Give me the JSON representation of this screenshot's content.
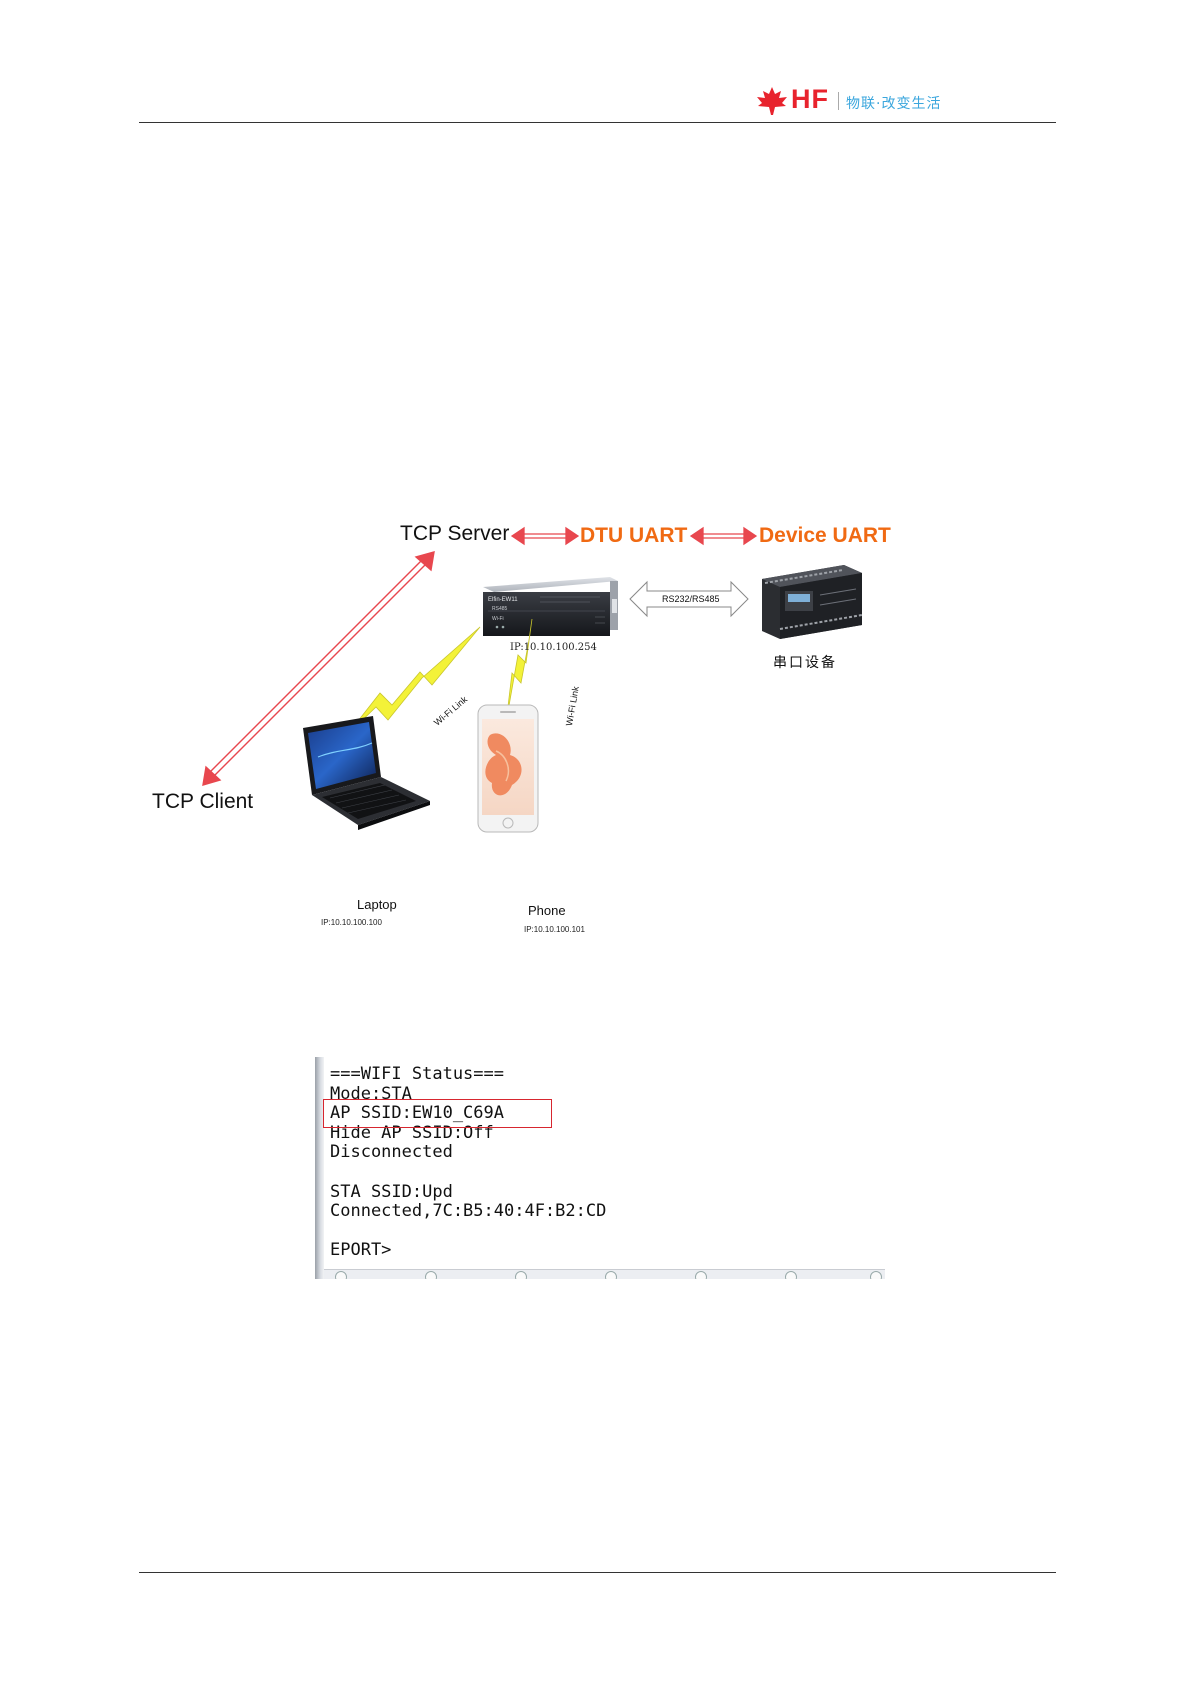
{
  "header": {
    "logo_text": "HF",
    "slogan": "物联·改变生活"
  },
  "diagram": {
    "tcp_server": "TCP Server",
    "dtu_uart": "DTU UART",
    "device_uart": "Device UART",
    "tcp_client": "TCP Client",
    "link_label": "RS232/RS485",
    "device_ip": "IP:10.10.100.254",
    "serial_device": "串口设备",
    "wifi_link_1": "Wi-Fi Link",
    "wifi_link_2": "Wi-Fi Link",
    "laptop": "Laptop",
    "laptop_ip": "IP:10.10.100.100",
    "phone": "Phone",
    "phone_ip": "IP:10.10.100.101",
    "dtu_brand": "Elfin-EW11",
    "dtu_mark_1": "RS485",
    "dtu_mark_2": "Wi-Fi",
    "colors": {
      "accent_orange": "#f06a13",
      "arrow_red": "#e8474e",
      "bolt_yellow": "#f3f238"
    }
  },
  "terminal": {
    "lines": [
      "===WIFI Status===",
      "Mode:STA",
      "AP SSID:EW10_C69A",
      "Hide AP SSID:Off",
      "Disconnected",
      "",
      "STA SSID:Upd",
      "Connected,7C:B5:40:4F:B2:CD",
      "",
      "EPORT>"
    ],
    "highlight_color": "#d7262f"
  }
}
